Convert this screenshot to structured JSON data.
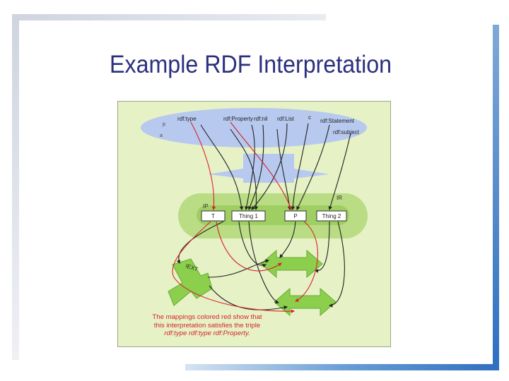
{
  "slide": {
    "title": "Example RDF Interpretation"
  },
  "diagram": {
    "vocab": {
      "rdf_type": "rdf:type",
      "rdf_property": "rdf:Property",
      "rdf_nil": "rdf:nil",
      "rdf_list": "rdf:List",
      "c": "c",
      "rdf_statement": "rdf:Statement",
      "rdf_subject": "rdf:subject",
      "p": "p",
      "a": "a"
    },
    "sets": {
      "ir": "IR",
      "ip": "IP",
      "iext": "IEXT"
    },
    "nodes": {
      "t": "T",
      "thing1": "Thing 1",
      "p": "P",
      "thing2": "Thing 2"
    },
    "caption": {
      "line1": "The mappings colored red show that",
      "line2": "this interpretation satisfies the triple",
      "line3": "rdf:type rdf:type rdf:Property."
    },
    "colors": {
      "background": "#e6f1c6",
      "vocab_cloud": "#b7c9ef",
      "ir_band": "#b9dc84",
      "ip_band": "#9fcf62",
      "arrow_green": "#8ccf4d",
      "highlight": "#d6242b",
      "title": "#2b2f7e"
    }
  }
}
